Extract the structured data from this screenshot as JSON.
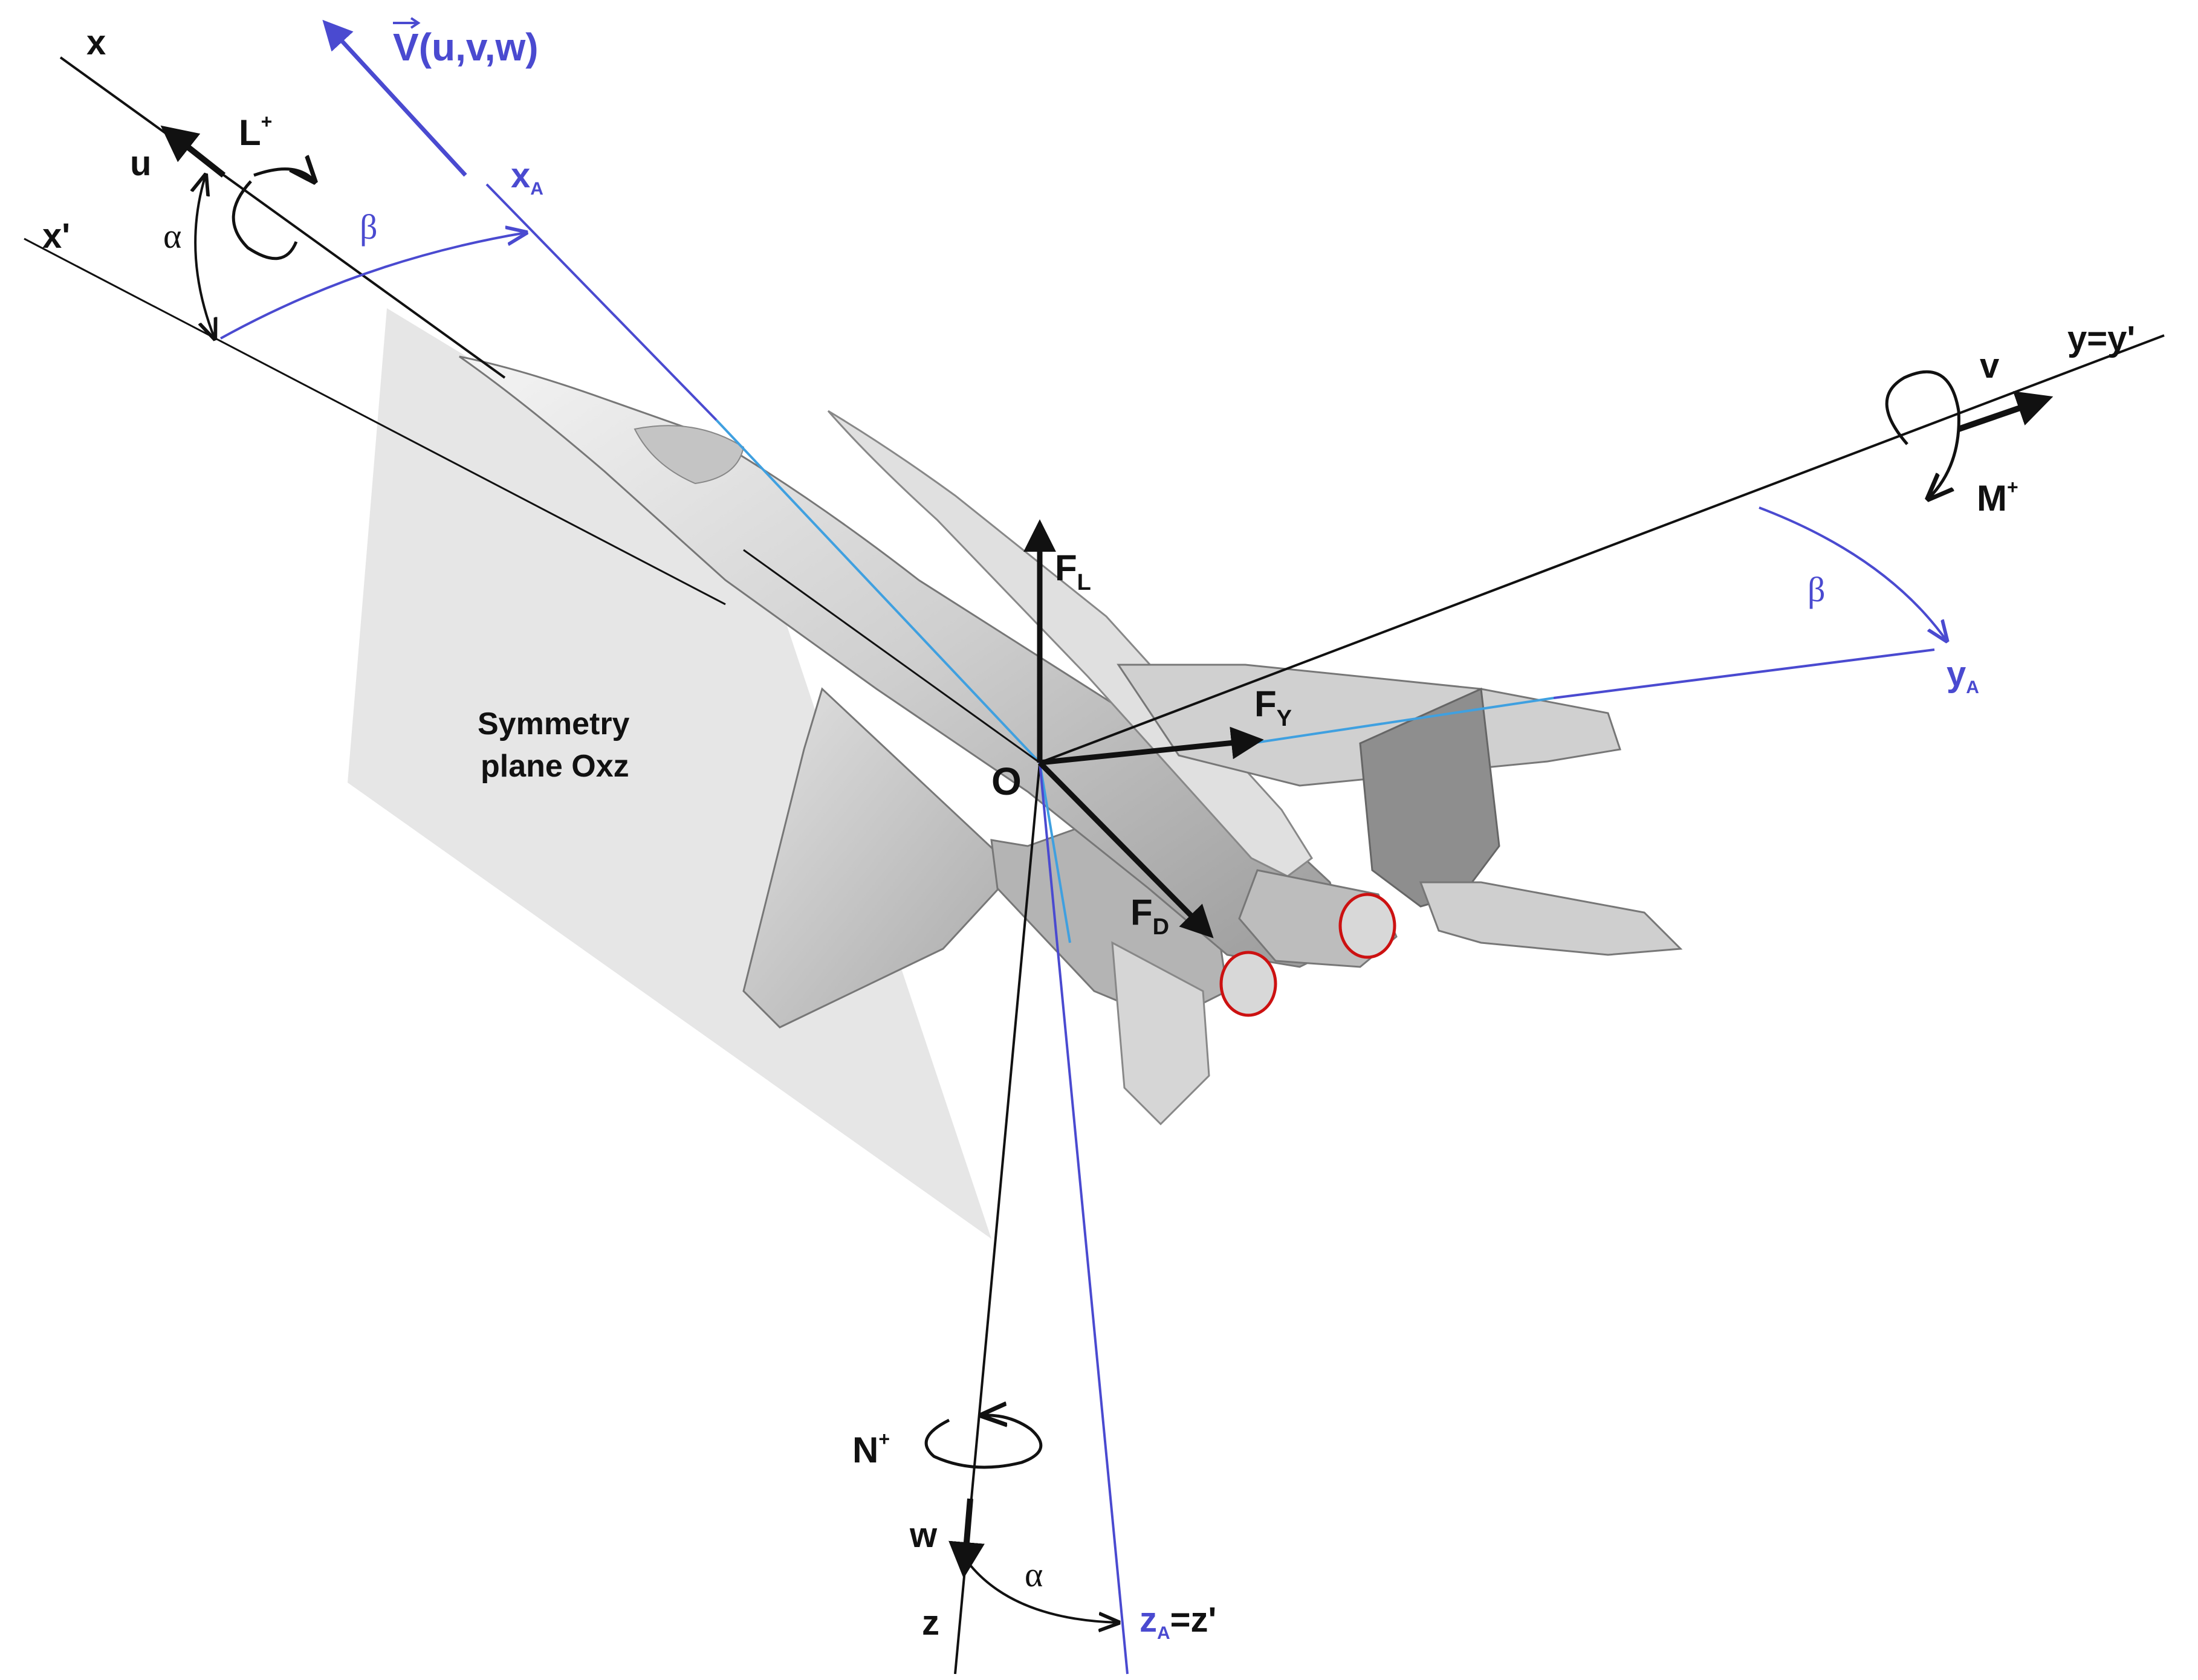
{
  "colors": {
    "body_axes": "#111111",
    "aero_axes": "#4a4ad0",
    "aircraft_projection": "#3fa0e0",
    "symmetry_plane": "#e6e6e6",
    "aircraft_fill": "#d2d2d2",
    "nozzle_rim": "#cc1111"
  },
  "axes": {
    "x": "x",
    "x_prime": "x'",
    "y": "y=y'",
    "z": "z",
    "x_a": "x",
    "x_a_sub": "A",
    "y_a": "y",
    "y_a_sub": "A",
    "z_a": "z",
    "z_a_sub": "A",
    "z_a_eq": "=z'"
  },
  "velocity": {
    "label": "V(u,v,w)",
    "u": "u",
    "v": "v",
    "w": "w"
  },
  "moments": {
    "roll": "L",
    "pitch": "M",
    "yaw": "N",
    "sign": "+"
  },
  "forces": {
    "lift": "F",
    "lift_sub": "L",
    "side": "F",
    "side_sub": "Y",
    "drag": "F",
    "drag_sub": "D"
  },
  "angles": {
    "alpha": "α",
    "beta": "β"
  },
  "origin": "O",
  "symmetry_plane": {
    "line1": "Symmetry",
    "line2": "plane Oxz"
  },
  "icons": [
    "aircraft-silhouette",
    "roll-moment-arrow",
    "pitch-moment-arrow",
    "yaw-moment-arrow"
  ]
}
